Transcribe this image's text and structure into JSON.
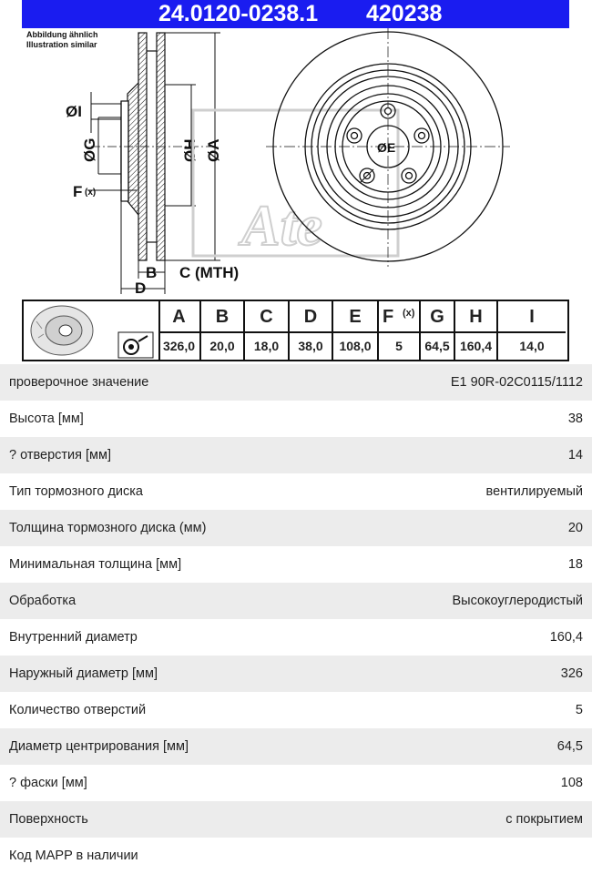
{
  "header": {
    "part_number": "24.0120-0238.1",
    "alt_number": "420238",
    "brand_color": "#1a1cf0"
  },
  "illustration_note": {
    "line1": "Abbildung ähnlich",
    "line2": "Illustration similar"
  },
  "drawing_labels": {
    "I": "ØI",
    "G": "ØG",
    "F": "F",
    "F_sub": "(x)",
    "H": "ØH",
    "A": "ØA",
    "B": "B",
    "C": "C (MTH)",
    "D": "D",
    "E": "ØE",
    "watermark": "Ate"
  },
  "dimension_table": {
    "headers": [
      "A",
      "B",
      "C",
      "D",
      "E",
      "F",
      "G",
      "H",
      "I"
    ],
    "f_sub": "(x)",
    "values": [
      "326,0",
      "20,0",
      "18,0",
      "38,0",
      "108,0",
      "5",
      "64,5",
      "160,4",
      "14,0"
    ]
  },
  "specs": [
    {
      "label": "проверочное значение",
      "value": "E1 90R-02C0115/1112"
    },
    {
      "label": "Высота [мм]",
      "value": "38"
    },
    {
      "label": "? отверстия [мм]",
      "value": "14"
    },
    {
      "label": "Тип тормозного диска",
      "value": "вентилируемый"
    },
    {
      "label": "Толщина тормозного диска (мм)",
      "value": "20"
    },
    {
      "label": "Минимальная толщина [мм]",
      "value": "18"
    },
    {
      "label": "Обработка",
      "value": "Высокоуглеродистый"
    },
    {
      "label": "Внутренний диаметр",
      "value": "160,4"
    },
    {
      "label": "Наружный диаметр [мм]",
      "value": "326"
    },
    {
      "label": "Количество отверстий",
      "value": "5"
    },
    {
      "label": "Диаметр центрирования [мм]",
      "value": "64,5"
    },
    {
      "label": "? фаски [мм]",
      "value": "108"
    },
    {
      "label": "Поверхность",
      "value": "с покрытием"
    },
    {
      "label": "Код MAPP в наличии",
      "value": ""
    }
  ]
}
